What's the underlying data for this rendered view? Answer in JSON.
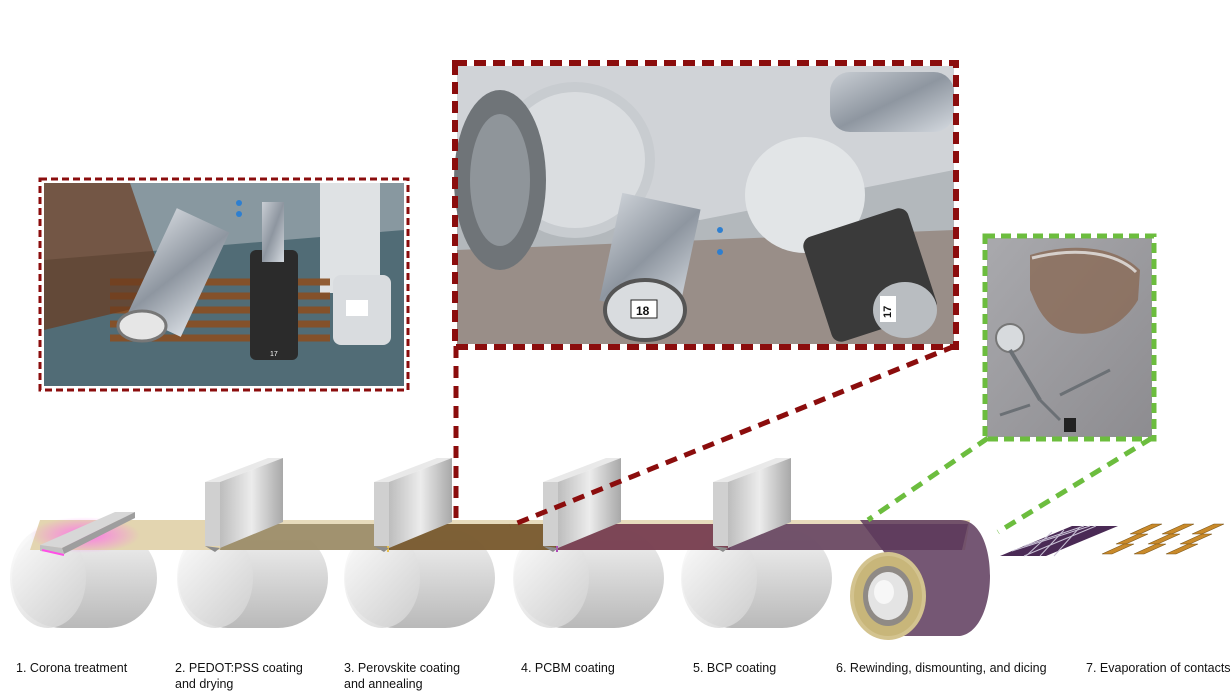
{
  "steps": [
    {
      "number": "1.",
      "line1": "Corona treatment",
      "line2": ""
    },
    {
      "number": "2.",
      "line1": "PEDOT:PSS coating",
      "line2": "and drying"
    },
    {
      "number": "3.",
      "line1": "Perovskite coating",
      "line2": "and annealing"
    },
    {
      "number": "4.",
      "line1": "PCBM coating",
      "line2": ""
    },
    {
      "number": "5.",
      "line1": "BCP coating",
      "line2": ""
    },
    {
      "number": "6.",
      "line1": "Rewinding, dismounting, and dicing",
      "line2": ""
    },
    {
      "number": "7.",
      "line1": "Evaporation of contacts",
      "line2": ""
    }
  ],
  "roller_numbers": {
    "center_left": "18",
    "center_right": "17",
    "left_inset": "17"
  },
  "colors": {
    "frame_dark_red": "#8b0d0d",
    "frame_green": "#6cbd3e",
    "substrate_beige": "#e3d5b0",
    "pedot_layer": "#8a7a55",
    "perovskite_layer": "#6b4a1e",
    "pcbm_layer": "#6a2b44",
    "bcp_layer": "#5d3a5c",
    "corona_glow": "#ff4fe6",
    "electrode_gold": "#c98a2b"
  }
}
